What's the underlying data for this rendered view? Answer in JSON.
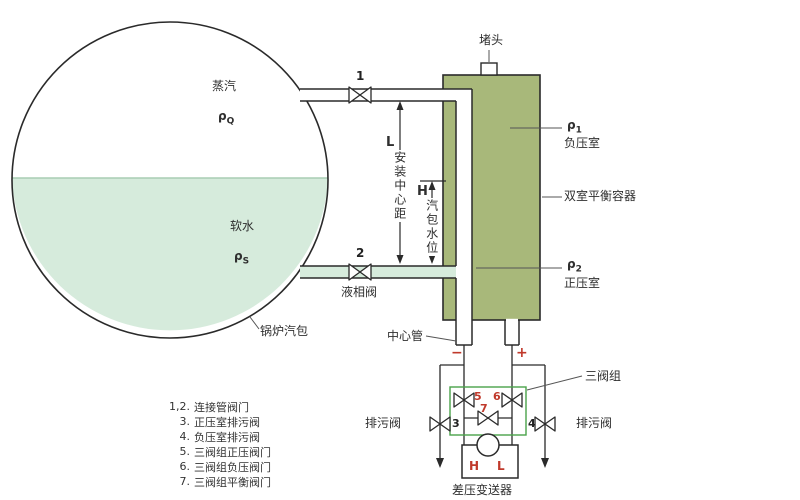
{
  "colors": {
    "water_fill": "#d6ebdc",
    "vessel_fill": "#a8b87a",
    "valve_group_box": "#4aa34a",
    "accent_red": "#c0392b",
    "line": "#2a2a2a"
  },
  "drum": {
    "steam_label": "蒸汽",
    "rho_q": {
      "sym": "ρ",
      "sub": "Q"
    },
    "water_label": "软水",
    "rho_s": {
      "sym": "ρ",
      "sub": "S"
    },
    "name": "锅炉汽包"
  },
  "valves": {
    "v1": "1",
    "v2": "2",
    "v3": "3",
    "v4": "4",
    "v5": "5",
    "v6": "6",
    "v7": "7"
  },
  "labels": {
    "liquid_valve": "液相阀",
    "plug": "堵头",
    "center_tube": "中心管",
    "three_valve_group": "三阀组",
    "drain_left": "排污阀",
    "drain_right": "排污阀",
    "transmitter": "差压变送器"
  },
  "vessel": {
    "name": "双室平衡容器",
    "rho1": {
      "sym": "ρ",
      "sub": "1"
    },
    "neg_chamber": "负压室",
    "rho2": {
      "sym": "ρ",
      "sub": "2"
    },
    "pos_chamber": "正压室"
  },
  "dimensions": {
    "L_symbol": "L",
    "L_text": "安装中心距",
    "H_symbol": "H",
    "H_text": "汽包水位"
  },
  "polarity": {
    "minus": "−",
    "plus": "+"
  },
  "transmitter": {
    "high": "H",
    "low": "L"
  },
  "legend": {
    "items": [
      {
        "num": "1,2.",
        "label": "连接管阀门"
      },
      {
        "num": "3.",
        "label": "正压室排污阀"
      },
      {
        "num": "4.",
        "label": "负压室排污阀"
      },
      {
        "num": "5.",
        "label": "三阀组正压阀门"
      },
      {
        "num": "6.",
        "label": "三阀组负压阀门"
      },
      {
        "num": "7.",
        "label": "三阀组平衡阀门"
      }
    ]
  }
}
